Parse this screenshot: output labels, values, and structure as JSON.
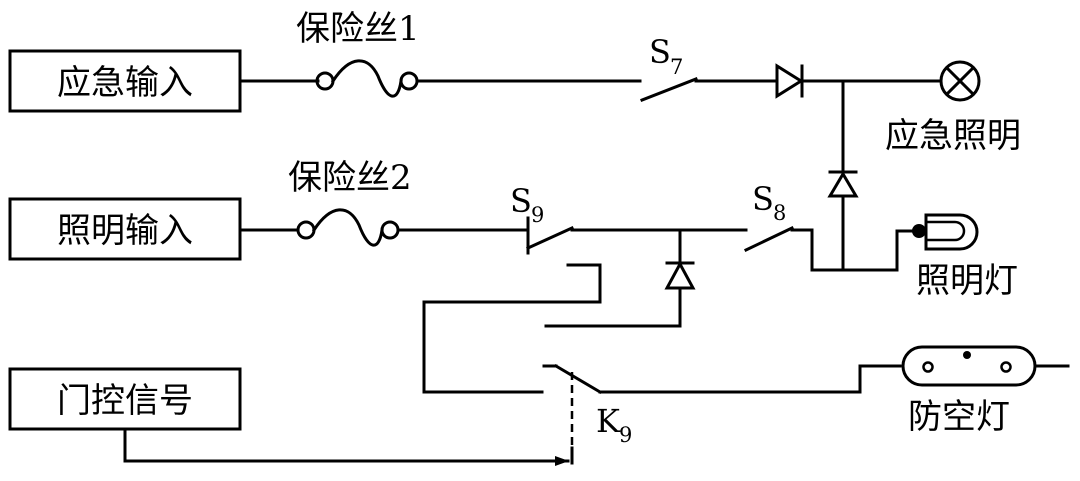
{
  "inputs": {
    "emergency_input": "应急输入",
    "lighting_input": "照明输入",
    "door_signal": "门控信号"
  },
  "fuses": {
    "fuse1": "保险丝1",
    "fuse2": "保险丝2"
  },
  "switches": {
    "s7": {
      "letter": "S",
      "sub": "7"
    },
    "s8": {
      "letter": "S",
      "sub": "8"
    },
    "s9": {
      "letter": "S",
      "sub": "9"
    },
    "k9": {
      "letter": "K",
      "sub": "9"
    }
  },
  "loads": {
    "emergency_light": "应急照明",
    "lighting_lamp": "照明灯",
    "air_raid_lamp": "防空灯"
  }
}
